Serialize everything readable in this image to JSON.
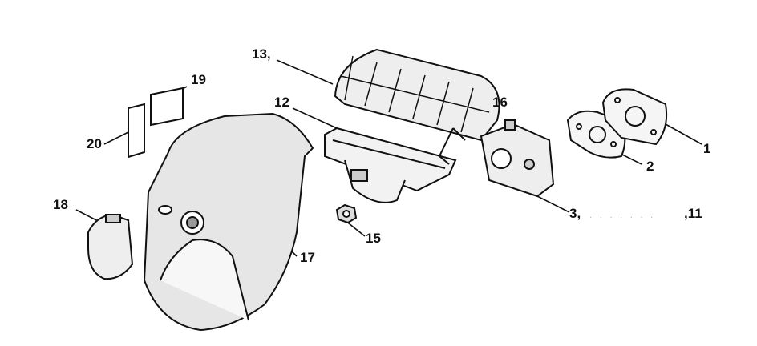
{
  "diagram": {
    "labels": {
      "p1": "1",
      "p2": "2",
      "p3": "3,",
      "p3_range_dots": ". . . . . . .",
      "p11": ",11",
      "p12": "12",
      "p13": "13,",
      "p15": "15",
      "p16": "16",
      "p17": "17",
      "p18": "18",
      "p19": "19",
      "p20": "20"
    }
  }
}
